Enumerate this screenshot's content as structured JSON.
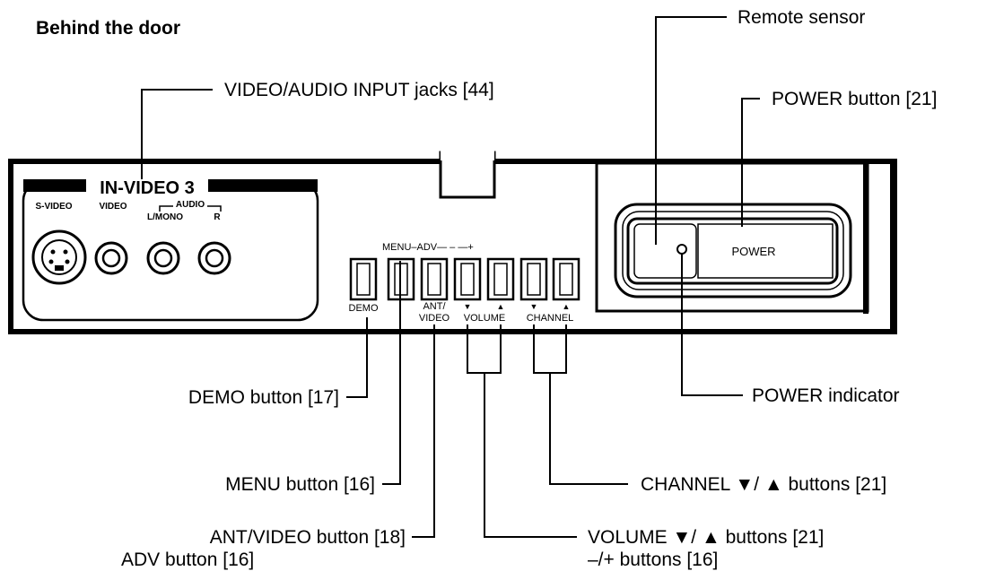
{
  "heading": "Behind the door",
  "panel": {
    "input_label": "IN-VIDEO 3",
    "jacks": {
      "svideo": "S-VIDEO",
      "video": "VIDEO",
      "audio": "AUDIO",
      "lmono": "L/MONO",
      "r": "R"
    },
    "button_top_labels": {
      "menu_adv": "MENU–ADV— – —+"
    },
    "button_labels": {
      "demo": "DEMO",
      "ant": "ANT/",
      "video": "VIDEO",
      "volume": "VOLUME",
      "channel": "CHANNEL",
      "down": "▼",
      "up": "▲"
    },
    "power_button_label": "POWER"
  },
  "callouts": {
    "remote_sensor": "Remote sensor",
    "video_audio_input": "VIDEO/AUDIO INPUT jacks [44]",
    "power_button": "POWER button [21]",
    "demo_button": "DEMO button [17]",
    "power_indicator": "POWER indicator",
    "menu_button": "MENU button [16]",
    "channel_buttons": "CHANNEL ▼/ ▲ buttons [21]",
    "ant_video_button": "ANT/VIDEO button [18]",
    "adv_button": "ADV button [16]",
    "volume_buttons": "VOLUME ▼/ ▲ buttons [21]",
    "minus_plus_buttons": "–/+ buttons [16]"
  }
}
